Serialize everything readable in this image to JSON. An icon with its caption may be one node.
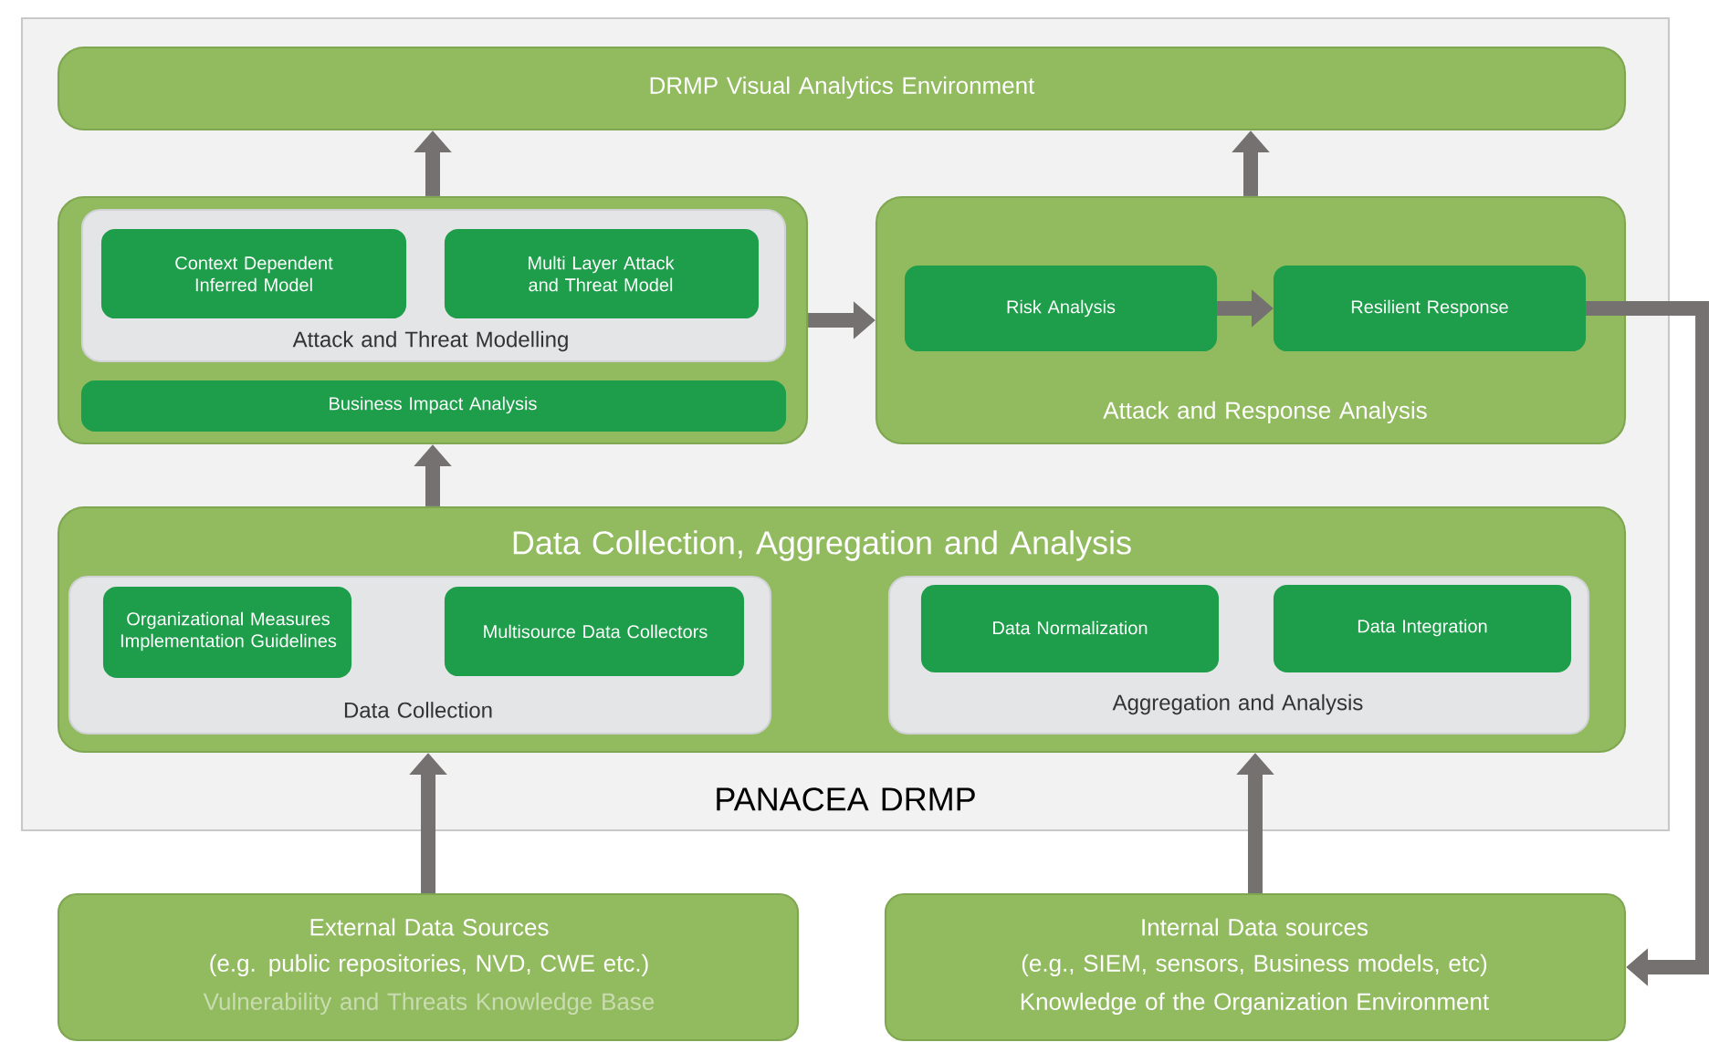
{
  "diagram": {
    "nodes": [
      {
        "text": [
          "PANACEA DRMP"
        ]
      },
      {
        "text": [
          "DRMP Visual Analytics Environment"
        ],
        "in": 0
      },
      {
        "text": [],
        "shape": "box",
        "in": 0
      },
      {
        "text": [
          "Attack and Threat Modelling"
        ],
        "in": 2
      },
      {
        "text": [
          "Context Dependent Inferred Model"
        ],
        "in": 3
      },
      {
        "text": [
          "Multi Layer Attack and Threat Model"
        ],
        "in": 3
      },
      {
        "text": [
          "Business Impact Analysis"
        ],
        "in": 2
      },
      {
        "text": [
          "Attack and Response Analysis"
        ],
        "in": 0
      },
      {
        "text": [
          "Risk Analysis"
        ],
        "in": 7
      },
      {
        "text": [
          "Resilient Response"
        ],
        "in": 7
      },
      {
        "text": [
          "Data Collection, Aggregation and Analysis"
        ],
        "in": 0
      },
      {
        "text": [
          "Data Collection"
        ],
        "in": 10
      },
      {
        "text": [
          "Organizational Measures Implementation Guidelines"
        ],
        "in": 11
      },
      {
        "text": [
          "Multisource Data Collectors"
        ],
        "in": 11
      },
      {
        "text": [
          "Aggregation and Analysis"
        ],
        "in": 10
      },
      {
        "text": [
          "Data Normalization"
        ],
        "in": 14
      },
      {
        "text": [
          "Data Integration"
        ],
        "in": 14
      },
      {
        "text": [
          "External Data Sources",
          "(e.g. public repositories, NVD, CWE etc.)",
          "Vulnerability and Threats Knowledge Base"
        ]
      },
      {
        "text": [
          "Internal Data sources",
          "(e.g., SIEM, sensors, Business models, etc)",
          "Knowledge of the Organization Environment"
        ]
      }
    ],
    "edges": [
      {
        "from": 2,
        "to": 1,
        "arrow": "to"
      },
      {
        "from": 7,
        "to": 1,
        "arrow": "to"
      },
      {
        "from": 2,
        "to": 7,
        "arrow": "to"
      },
      {
        "from": 8,
        "to": 9,
        "arrow": "to"
      },
      {
        "from": 9,
        "to": 18,
        "arrow": "to"
      },
      {
        "from": 10,
        "to": 2,
        "arrow": "to"
      },
      {
        "from": 17,
        "to": 10,
        "arrow": "to"
      },
      {
        "from": 18,
        "to": 10,
        "arrow": "to"
      }
    ]
  }
}
